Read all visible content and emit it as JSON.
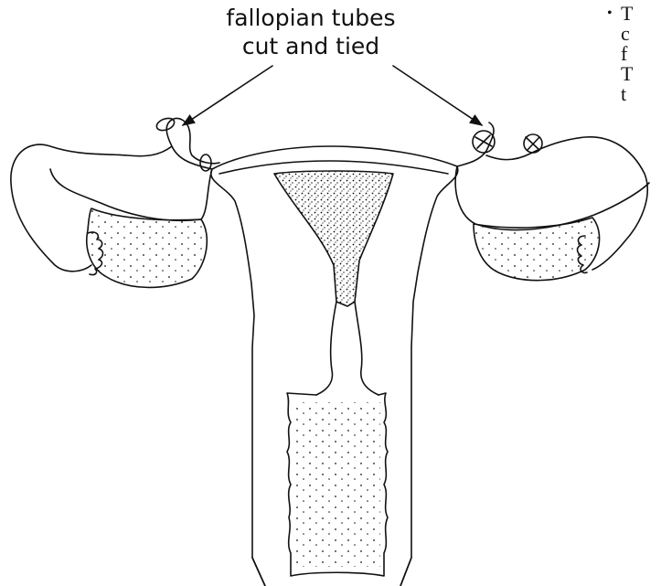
{
  "annotation": {
    "line1": "fallopian tubes",
    "line2": "cut and tied"
  },
  "side_text": {
    "bullet": "•",
    "lines": [
      "T",
      "c",
      "f",
      "T",
      "t"
    ]
  },
  "colors": {
    "ink": "#111111",
    "paper": "#ffffff"
  }
}
